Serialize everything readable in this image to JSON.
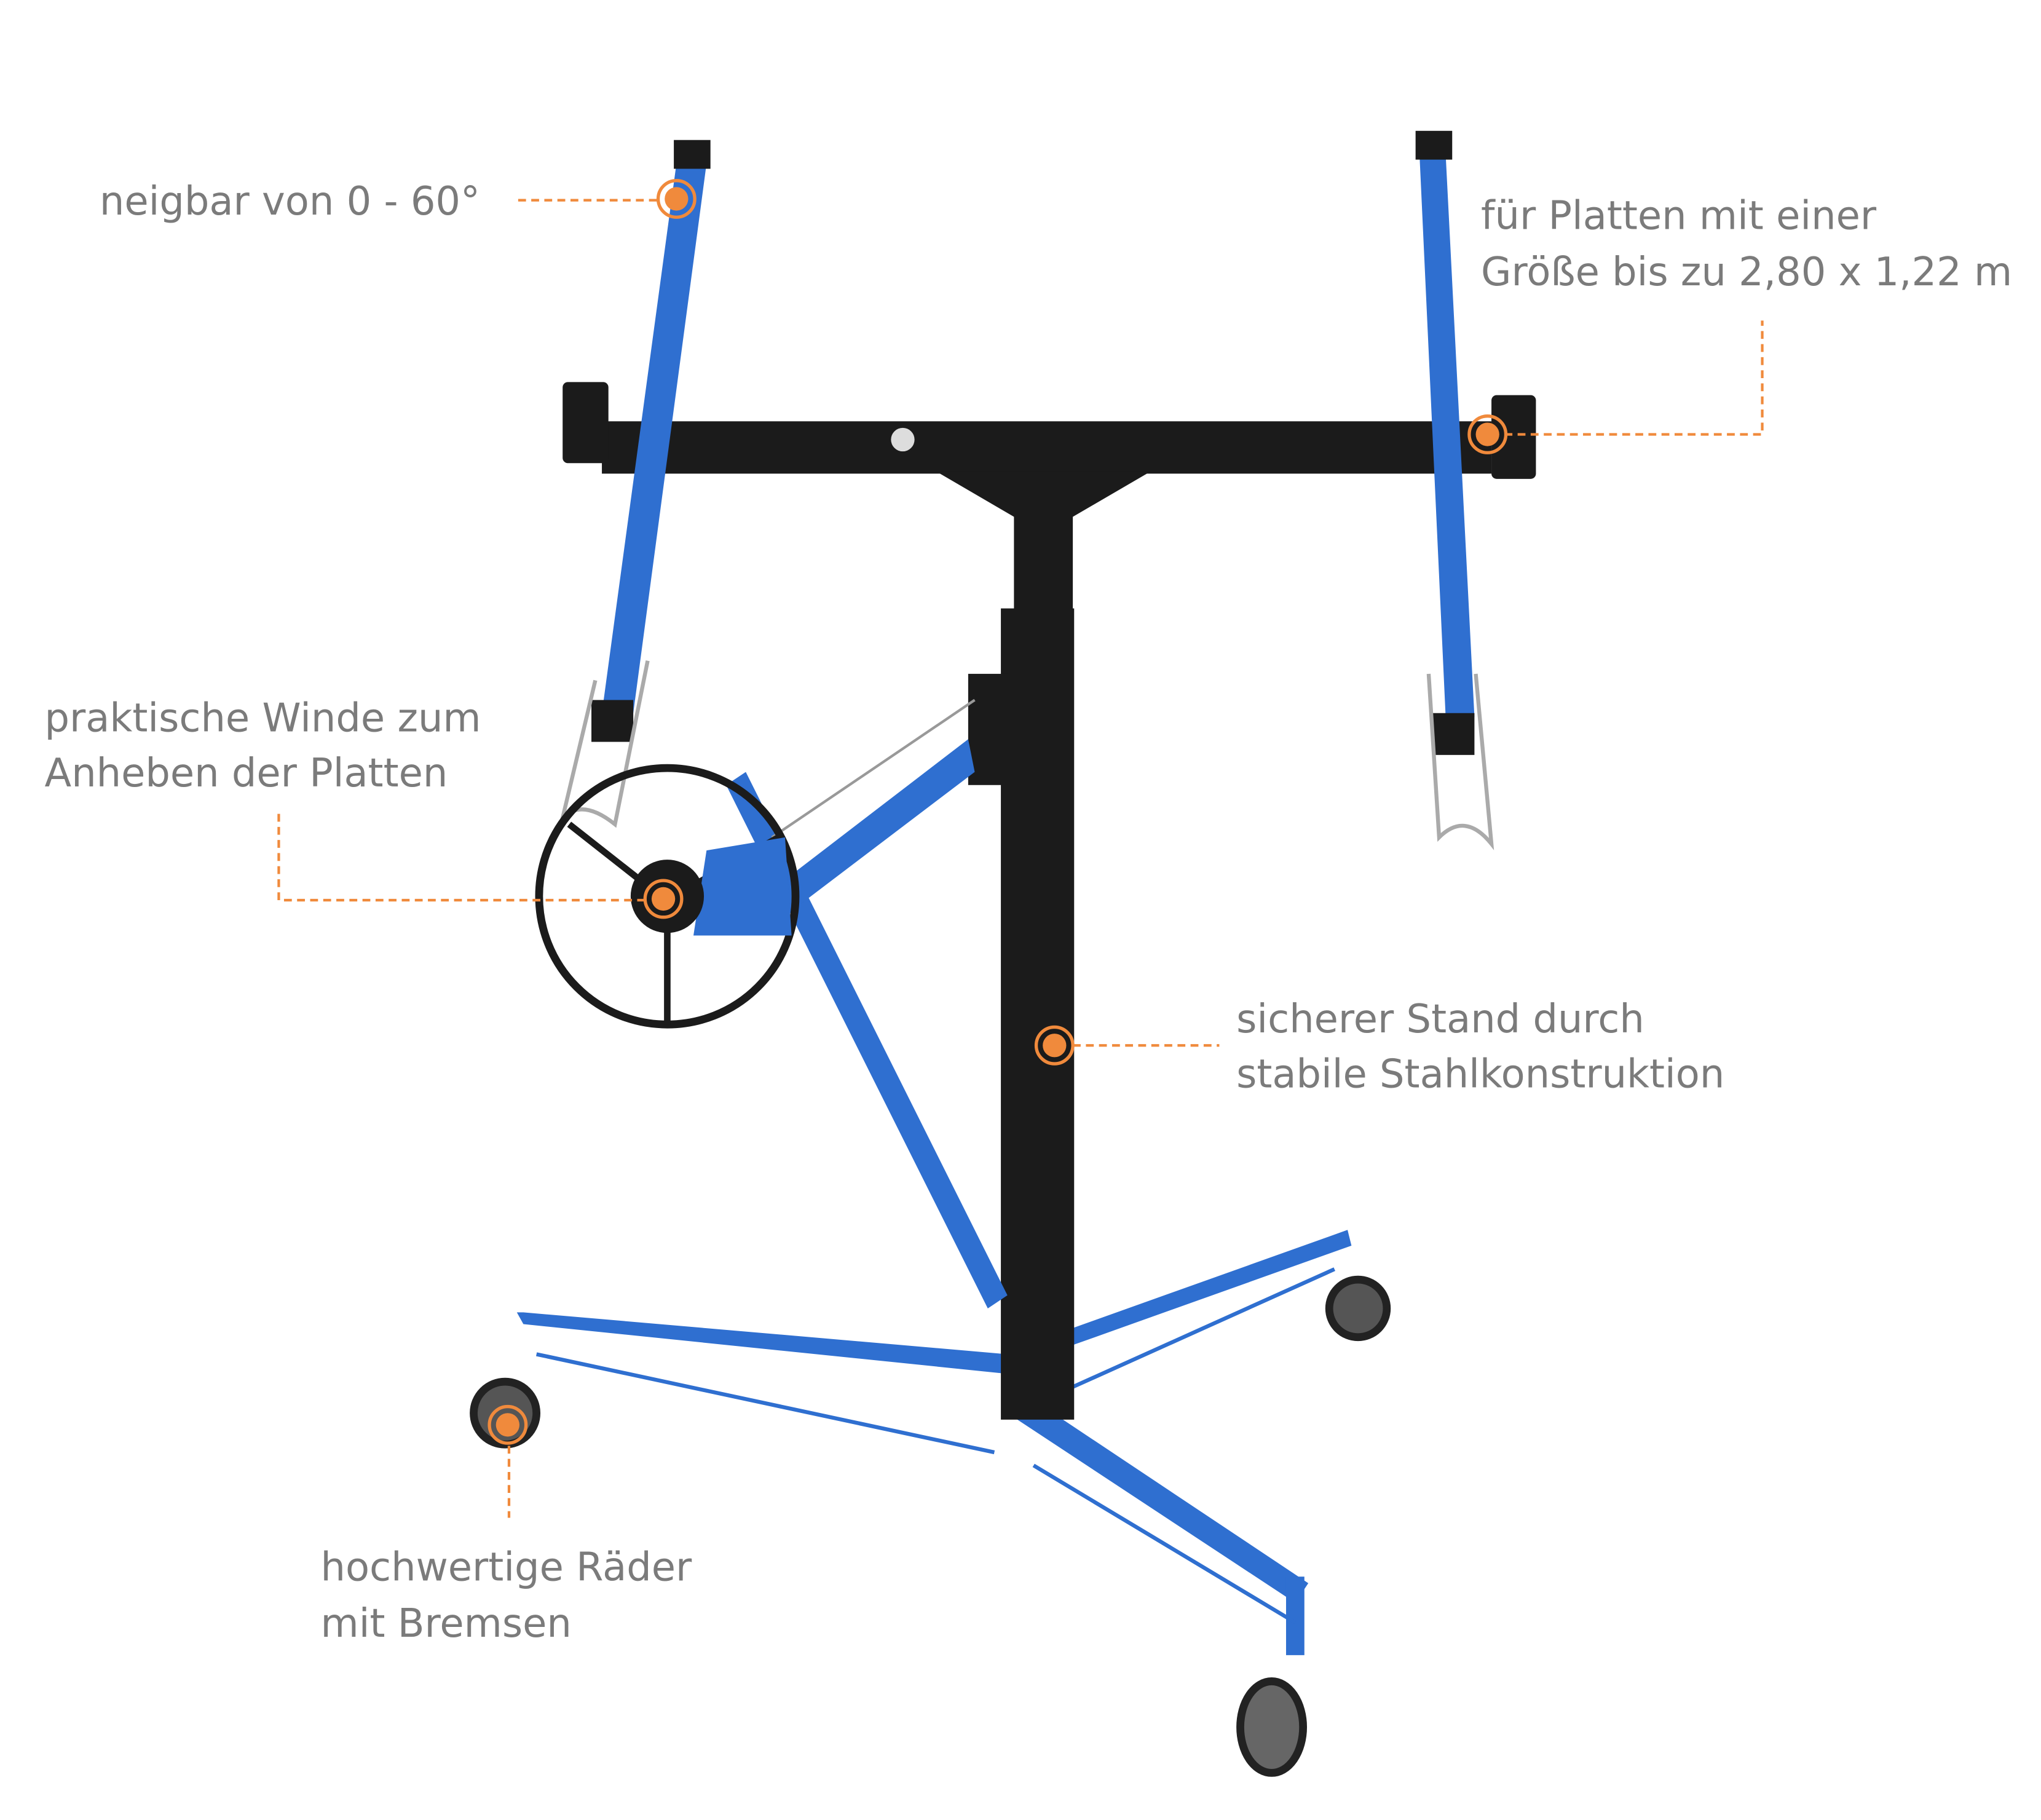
{
  "callouts": [
    {
      "id": "tilt",
      "lines": [
        "neigbar von 0 - 60°"
      ]
    },
    {
      "id": "size",
      "lines": [
        "für Platten mit einer",
        "Größe bis zu 2,80 x 1,22 m"
      ]
    },
    {
      "id": "winch",
      "lines": [
        "praktische Winde zum",
        "Anheben der Platten"
      ]
    },
    {
      "id": "stand",
      "lines": [
        "sicherer Stand durch",
        "stabile Stahlkonstruktion"
      ]
    },
    {
      "id": "wheels",
      "lines": [
        "hochwertige Räder",
        "mit Bremsen"
      ]
    }
  ],
  "colors": {
    "accent": "#f08a3c",
    "text": "#7b7b7b",
    "frame_blue": "#2f6fd0",
    "frame_black": "#1b1b1b"
  }
}
